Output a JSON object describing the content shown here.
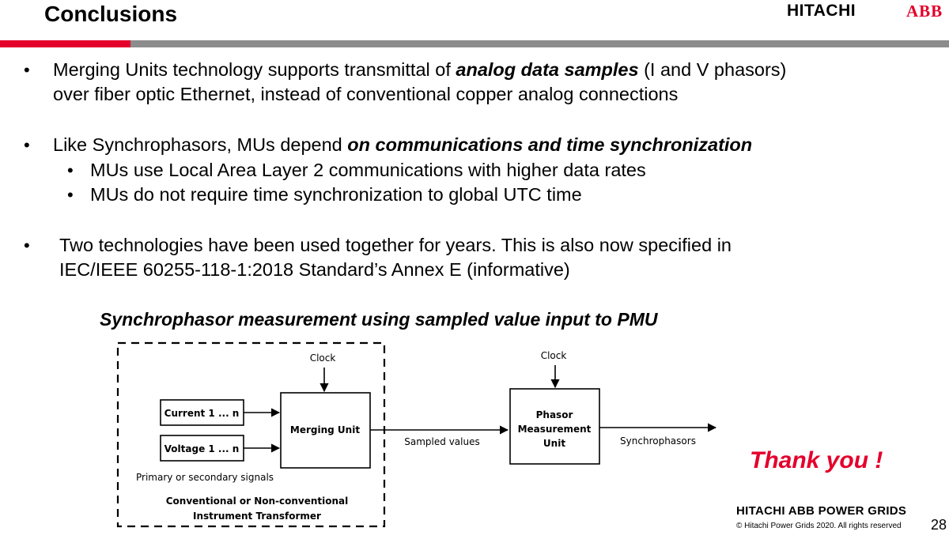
{
  "header": {
    "title": "Conclusions",
    "logo_hitachi": "HITACHI",
    "logo_abb": "ABB"
  },
  "bullets": [
    {
      "text_before": "Merging Units technology supports transmittal of ",
      "emphasis": "analog data samples",
      "text_after": " (I and V phasors)",
      "line2": "over fiber optic Ethernet, instead of conventional copper analog connections"
    },
    {
      "text_before": "Like Synchrophasors, MUs depend ",
      "emphasis": "on communications and time synchronization"
    },
    {
      "text": "MUs use Local Area Layer 2 communications with higher data rates"
    },
    {
      "text": "MUs do not require time synchronization to global UTC time"
    },
    {
      "line1": "Two technologies have been used together for years. This is also now specified in",
      "line2": "IEC/IEEE 60255-118-1:2018 Standard’s Annex E (informative)"
    }
  ],
  "bullet_glyph": "•",
  "diagram": {
    "title": "Synchrophasor measurement using sampled value input to PMU",
    "clock_left": "Clock",
    "clock_right": "Clock",
    "current_box": "Current 1 ... n",
    "voltage_box": "Voltage 1 ... n",
    "merging_unit": "Merging Unit",
    "sampled_values": "Sampled values",
    "pmu_line1": "Phasor",
    "pmu_line2": "Measurement",
    "pmu_line3": "Unit",
    "synchrophasors": "Synchrophasors",
    "signals_label": "Primary or secondary signals",
    "transformer_line1": "Conventional or Non-conventional",
    "transformer_line2": "Instrument Transformer"
  },
  "closing": {
    "thank_you": "Thank you !",
    "brand": "HITACHI ABB POWER GRIDS",
    "copyright": "© Hitachi Power Grids 2020. All rights reserved",
    "page_number": "28"
  }
}
